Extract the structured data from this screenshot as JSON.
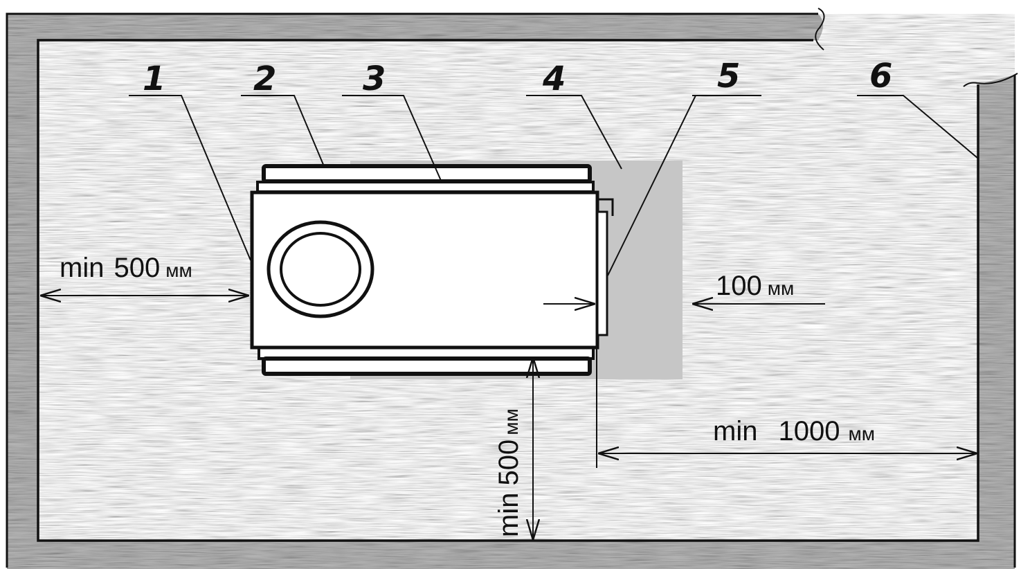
{
  "callouts": {
    "c1": "1",
    "c2": "2",
    "c3": "3",
    "c4": "4",
    "c5": "5",
    "c6": "6"
  },
  "dimensions": {
    "left": {
      "prefix": "min",
      "value": "500",
      "unit": "мм"
    },
    "door_gap": {
      "value": "100",
      "unit": "мм"
    },
    "bottom": {
      "prefix": "min",
      "value": "500",
      "unit": "мм"
    },
    "right": {
      "prefix": "min",
      "value": "1000",
      "unit": "мм"
    }
  },
  "colors": {
    "wall": "#b4b4b4",
    "zone": "#c6c6c6",
    "ink": "#111111"
  }
}
